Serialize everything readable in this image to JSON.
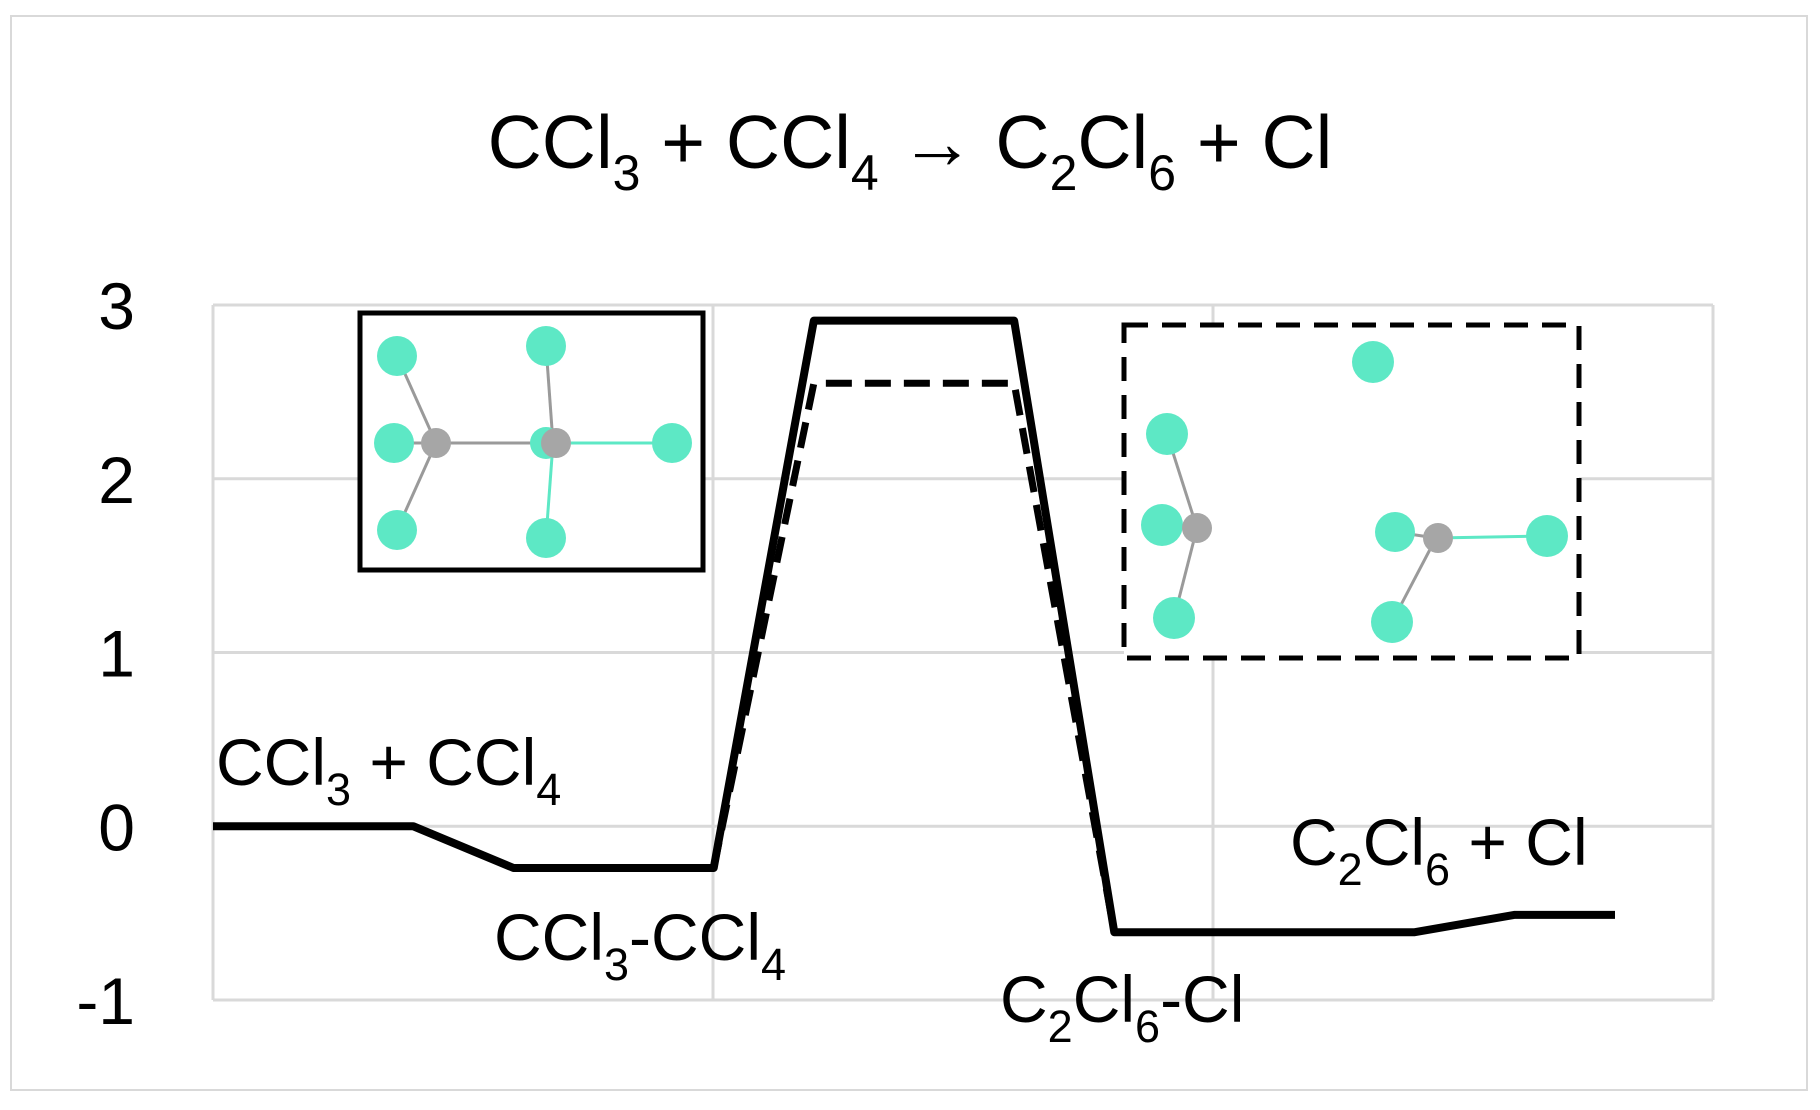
{
  "chart_data": {
    "type": "line",
    "title": {
      "p1": "CCl",
      "s1": "3",
      "p2": " + CCl",
      "s2": "4",
      "p3": " → C",
      "s3": "2",
      "p4": "Cl",
      "s4": "6",
      "p5": " + Cl"
    },
    "xlabel": "",
    "ylabel": "",
    "ylim": [
      -1,
      3
    ],
    "yticks": [
      "3",
      "2",
      "1",
      "0",
      "-1"
    ],
    "grid": true,
    "x": [
      0,
      4,
      6,
      10,
      12,
      16,
      18,
      22,
      24,
      26,
      28
    ],
    "series": [
      {
        "style": "solid",
        "values": [
          0,
          0,
          -0.24,
          -0.24,
          2.91,
          2.91,
          -0.61,
          -0.61,
          -0.61,
          -0.51,
          -0.51
        ]
      },
      {
        "style": "dashed",
        "values": [
          null,
          null,
          null,
          -0.24,
          2.55,
          2.55,
          -0.61,
          null,
          null,
          null,
          null
        ]
      }
    ],
    "annotations": [
      {
        "name": "reactants-label",
        "parts": [
          "CCl",
          "3",
          " + CCl",
          "4"
        ]
      },
      {
        "name": "complex-label",
        "parts": [
          "CCl",
          "3",
          "-CCl",
          "4"
        ]
      },
      {
        "name": "product-complex-label",
        "parts": [
          "C",
          "2",
          "Cl",
          "6",
          "-Cl"
        ]
      },
      {
        "name": "products-label",
        "parts": [
          "C",
          "2",
          "Cl",
          "6",
          " + Cl"
        ]
      }
    ],
    "colors": {
      "line": "#000000",
      "grid": "#d9d9d9",
      "chlorine": "#5de8c5",
      "carbon": "#a6a6a6"
    }
  }
}
